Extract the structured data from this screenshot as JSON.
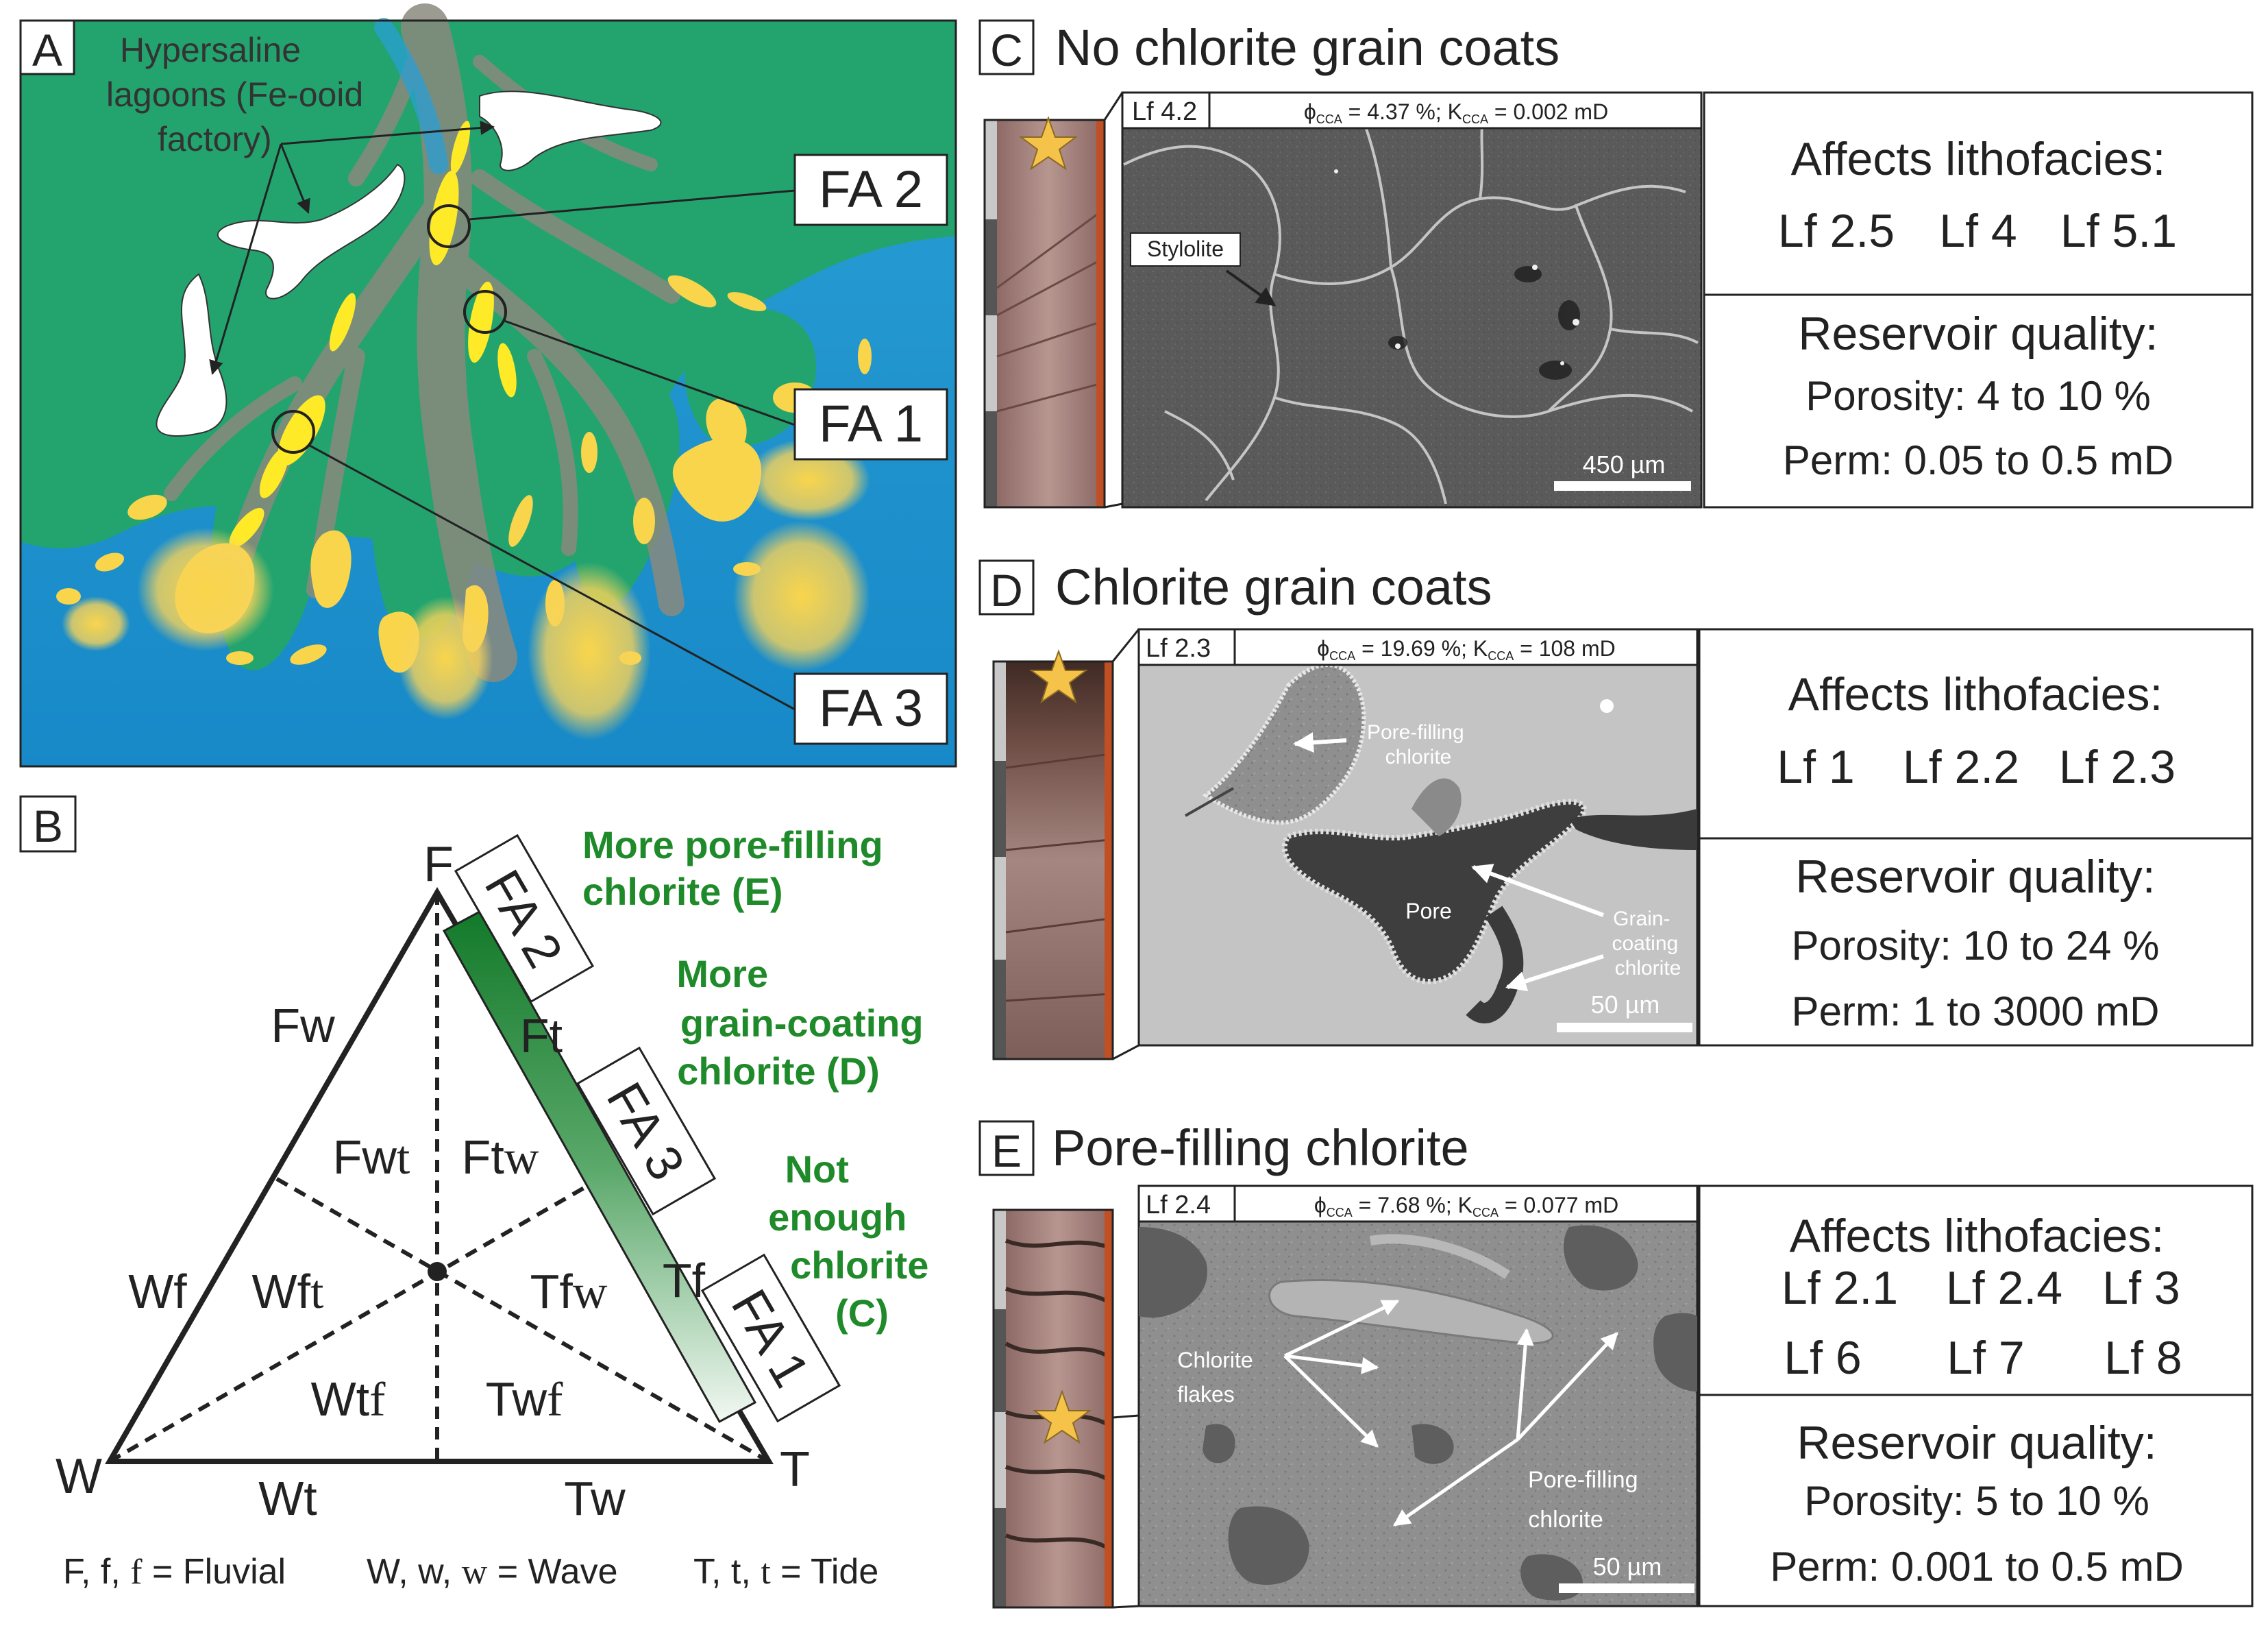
{
  "panel_a": {
    "letter": "A",
    "lagoon_text": [
      "Hypersaline",
      "lagoons (Fe-ooid",
      "factory)"
    ],
    "fa2": "FA 2",
    "fa1": "FA 1",
    "fa3": "FA 3"
  },
  "panel_b": {
    "letter": "B",
    "apex_f": "F",
    "apex_w": "W",
    "apex_t": "T",
    "edge_fw": "Fw",
    "edge_ft": "Ft",
    "edge_wf": "Wf",
    "edge_tf": "Tf",
    "edge_wt": "Wt",
    "edge_tw": "Tw",
    "fwt_main": "Fw",
    "fwt_sub": "t",
    "ftw_main": "Ft",
    "ftw_sub": "w",
    "wft_main": "Wf",
    "wft_sub": "t",
    "tfw_main": "Tf",
    "tfw_sub": "w",
    "wtf_main": "Wt",
    "wtf_sub": "f",
    "twf_main": "Tw",
    "twf_sub": "f",
    "fa2": "FA 2",
    "fa3": "FA 3",
    "fa1": "FA 1",
    "note_e": [
      "More pore-filling",
      "chlorite (E)"
    ],
    "note_d": [
      "More",
      "grain-coating",
      "chlorite (D)"
    ],
    "note_c": [
      "Not",
      "enough",
      "chlorite",
      "(C)"
    ],
    "legend_f1": "F, f, ",
    "legend_f2": "f",
    "legend_f3": " = Fluvial",
    "legend_w1": "W, w, ",
    "legend_w2": "w",
    "legend_w3": " = Wave",
    "legend_t1": "T, t, ",
    "legend_t2": "t",
    "legend_t3": " = Tide"
  },
  "panel_c": {
    "letter": "C",
    "title": "No chlorite grain coats",
    "lf": "Lf 4.2",
    "phi": "4.37 %",
    "k": "0.002 mD",
    "stylolite": "Stylolite",
    "scale": "450 µm",
    "affects_title": "Affects lithofacies:",
    "affects": [
      "Lf 2.5",
      "Lf 4",
      "Lf 5.1"
    ],
    "rq_title": "Reservoir quality:",
    "porosity": "Porosity: 4 to 10 %",
    "perm": "Perm: 0.05 to 0.5 mD"
  },
  "panel_d": {
    "letter": "D",
    "title": "Chlorite grain coats",
    "lf": "Lf 2.3",
    "phi": "19.69 %",
    "k": "108 mD",
    "pore_filling": [
      "Pore-filling",
      "chlorite"
    ],
    "pore": "Pore",
    "grain_coating": [
      "Grain-",
      "coating",
      "chlorite"
    ],
    "scale": "50 µm",
    "affects_title": "Affects lithofacies:",
    "affects": [
      "Lf 1",
      "Lf 2.2",
      "Lf 2.3"
    ],
    "rq_title": "Reservoir quality:",
    "porosity": "Porosity: 10 to 24 %",
    "perm": "Perm: 1 to 3000 mD"
  },
  "panel_e": {
    "letter": "E",
    "title": "Pore-filling chlorite",
    "lf": "Lf 2.4",
    "phi": "7.68 %",
    "k": "0.077 mD",
    "flakes": [
      "Chlorite",
      "flakes"
    ],
    "pore_filling": [
      "Pore-filling",
      "chlorite"
    ],
    "scale": "50 µm",
    "affects_title": "Affects lithofacies:",
    "affects_row1": [
      "Lf 2.1",
      "Lf 2.4",
      "Lf 3"
    ],
    "affects_row2": [
      "Lf 6",
      "Lf 7",
      "Lf 8"
    ],
    "rq_title": "Reservoir quality:",
    "porosity": "Porosity: 5 to 10 %",
    "perm": "Perm: 0.001 to 0.5 mD"
  },
  "symbols": {
    "phi": "ϕ",
    "k": "K",
    "sub": "CCA"
  },
  "colors": {
    "delta_green": "#23a46f",
    "sea_blue": "#1c95cf",
    "channel_grey": "#8a8a7e",
    "sand_yellow": "#ffe25a",
    "label_green": "#1f8a2a",
    "star": "#f5c24a"
  }
}
